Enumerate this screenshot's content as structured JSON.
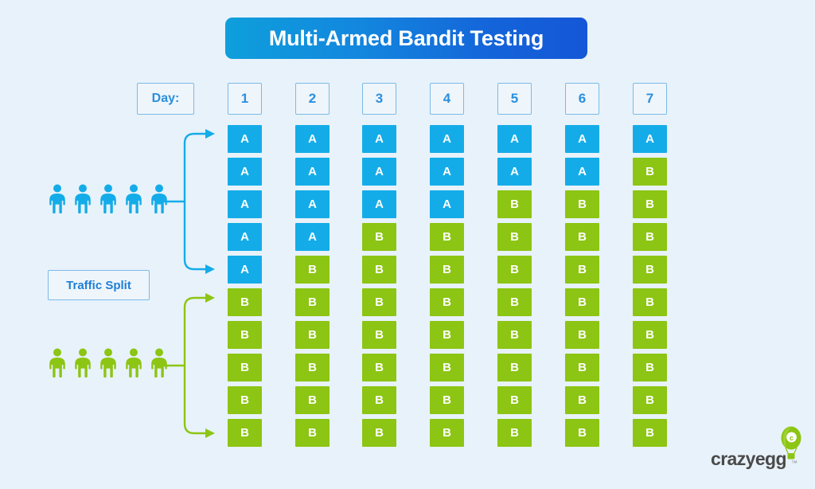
{
  "page": {
    "background_color": "#e8f2fa"
  },
  "title": {
    "text": "Multi-Armed Bandit Testing",
    "gradient_from": "#0e9fdc",
    "gradient_to": "#1457d8",
    "text_color": "#ffffff"
  },
  "header": {
    "day_label": "Day:",
    "days": [
      "1",
      "2",
      "3",
      "4",
      "5",
      "6",
      "7"
    ],
    "border_color": "#7bbbe8",
    "text_color": "#2a8fe0"
  },
  "legend": {
    "traffic_split_label": "Traffic Split",
    "variant_a_label": "A",
    "variant_b_label": "B",
    "variant_a_color": "#14ace8",
    "variant_b_color": "#8cc513"
  },
  "people": {
    "group_a_icon": "person-icon",
    "group_a_count": 5,
    "group_a_color": "#14ace8",
    "group_b_icon": "person-icon",
    "group_b_count": 5,
    "group_b_color": "#8cc513"
  },
  "brackets": {
    "group_a_icon": "bracket-arrow-icon",
    "group_a_color": "#14ace8",
    "group_b_icon": "bracket-arrow-icon",
    "group_b_color": "#8cc513"
  },
  "chart_data": {
    "type": "heatmap",
    "title": "Multi-Armed Bandit Testing",
    "xlabel": "Day:",
    "ylabel": "",
    "categories": [
      "1",
      "2",
      "3",
      "4",
      "5",
      "6",
      "7"
    ],
    "rows": 10,
    "legend": [
      "A",
      "B"
    ],
    "series": [
      {
        "name": "A",
        "values": [
          5,
          4,
          3,
          3,
          2,
          2,
          1
        ]
      },
      {
        "name": "B",
        "values": [
          5,
          6,
          7,
          7,
          8,
          8,
          9
        ]
      }
    ],
    "columns": [
      {
        "day": "1",
        "cells": [
          "A",
          "A",
          "A",
          "A",
          "A",
          "B",
          "B",
          "B",
          "B",
          "B"
        ]
      },
      {
        "day": "2",
        "cells": [
          "A",
          "A",
          "A",
          "A",
          "B",
          "B",
          "B",
          "B",
          "B",
          "B"
        ]
      },
      {
        "day": "3",
        "cells": [
          "A",
          "A",
          "A",
          "B",
          "B",
          "B",
          "B",
          "B",
          "B",
          "B"
        ]
      },
      {
        "day": "4",
        "cells": [
          "A",
          "A",
          "A",
          "B",
          "B",
          "B",
          "B",
          "B",
          "B",
          "B"
        ]
      },
      {
        "day": "5",
        "cells": [
          "A",
          "A",
          "B",
          "B",
          "B",
          "B",
          "B",
          "B",
          "B",
          "B"
        ]
      },
      {
        "day": "6",
        "cells": [
          "A",
          "A",
          "B",
          "B",
          "B",
          "B",
          "B",
          "B",
          "B",
          "B"
        ]
      },
      {
        "day": "7",
        "cells": [
          "A",
          "B",
          "B",
          "B",
          "B",
          "B",
          "B",
          "B",
          "B",
          "B"
        ]
      }
    ],
    "grid": false,
    "legend_position": "left"
  },
  "logo": {
    "wordmark": "crazyegg",
    "trademark": "™",
    "balloon_letter": "c",
    "balloon_color": "#8cc513",
    "wordmark_color": "#4a4a4a"
  }
}
